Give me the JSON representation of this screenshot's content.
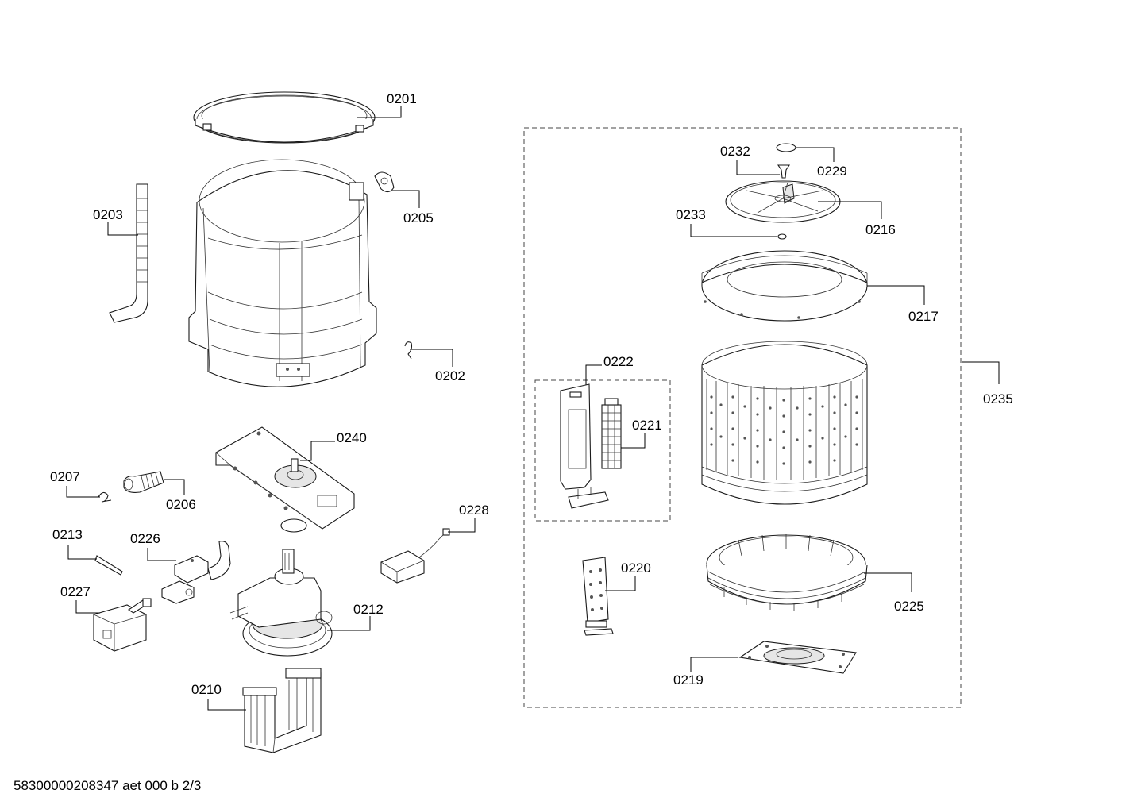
{
  "labels": {
    "p0201": "0201",
    "p0202": "0202",
    "p0203": "0203",
    "p0205": "0205",
    "p0206": "0206",
    "p0207": "0207",
    "p0210": "0210",
    "p0212": "0212",
    "p0213": "0213",
    "p0216": "0216",
    "p0217": "0217",
    "p0219": "0219",
    "p0220": "0220",
    "p0221": "0221",
    "p0222": "0222",
    "p0225": "0225",
    "p0226": "0226",
    "p0227": "0227",
    "p0228": "0228",
    "p0229": "0229",
    "p0232": "0232",
    "p0233": "0233",
    "p0235": "0235",
    "p0240": "0240"
  },
  "footer": "58300000208347 aet 000 b 2/3"
}
